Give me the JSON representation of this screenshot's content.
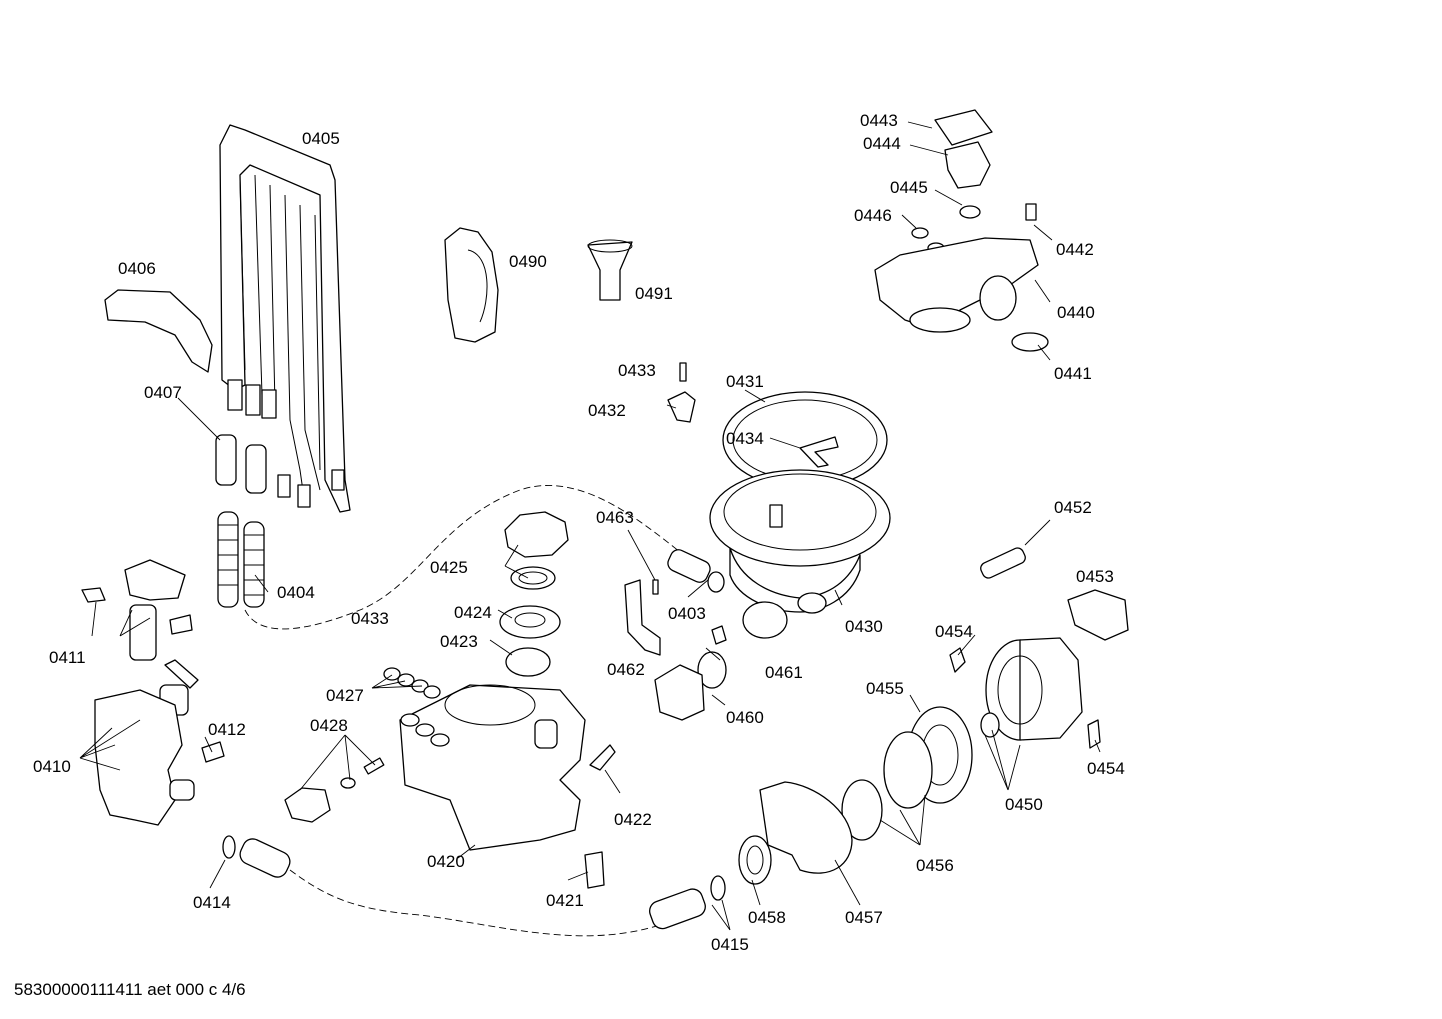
{
  "footer_text": "58300000111411 aet 000 c 4/6",
  "labels": {
    "p0405": "0405",
    "p0406": "0406",
    "p0407": "0407",
    "p0404": "0404",
    "p0490": "0490",
    "p0491": "0491",
    "p0443": "0443",
    "p0444": "0444",
    "p0445": "0445",
    "p0446": "0446",
    "p0442": "0442",
    "p0440": "0440",
    "p0441": "0441",
    "p0433a": "0433",
    "p0432": "0432",
    "p0431": "0431",
    "p0434": "0434",
    "p0463": "0463",
    "p0425": "0425",
    "p0424": "0424",
    "p0423": "0423",
    "p0433b": "0433",
    "p0403": "0403",
    "p0430": "0430",
    "p0452": "0452",
    "p0453": "0453",
    "p0454a": "0454",
    "p0454b": "0454",
    "p0462": "0462",
    "p0461": "0461",
    "p0460": "0460",
    "p0411": "0411",
    "p0412": "0412",
    "p0410": "0410",
    "p0427": "0427",
    "p0428": "0428",
    "p0422": "0422",
    "p0420": "0420",
    "p0421": "0421",
    "p0414": "0414",
    "p0415": "0415",
    "p0455": "0455",
    "p0450": "0450",
    "p0456": "0456",
    "p0458": "0458",
    "p0457": "0457"
  }
}
